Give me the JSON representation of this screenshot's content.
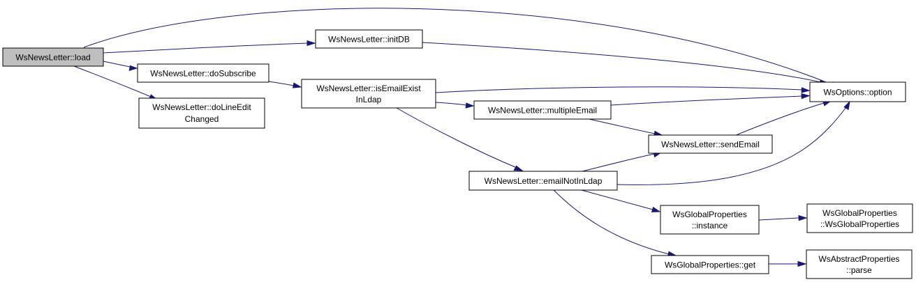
{
  "colors": {
    "edge": "#191970",
    "node_border": "#000000",
    "node_fill": "#ffffff",
    "root_fill": "#bfbfbf"
  },
  "nodes": {
    "load": {
      "lines": [
        "WsNewsLetter::load"
      ]
    },
    "initDB": {
      "lines": [
        "WsNewsLetter::initDB"
      ]
    },
    "doSubscribe": {
      "lines": [
        "WsNewsLetter::doSubscribe"
      ]
    },
    "doLineEditChanged": {
      "lines": [
        "WsNewsLetter::doLineEdit",
        "Changed"
      ]
    },
    "isEmailExistInLdap": {
      "lines": [
        "WsNewsLetter::isEmailExist",
        "InLdap"
      ]
    },
    "multipleEmail": {
      "lines": [
        "WsNewsLetter::multipleEmail"
      ]
    },
    "sendEmail": {
      "lines": [
        "WsNewsLetter::sendEmail"
      ]
    },
    "emailNotInLdap": {
      "lines": [
        "WsNewsLetter::emailNotInLdap"
      ]
    },
    "option": {
      "lines": [
        "WsOptions::option"
      ]
    },
    "instance": {
      "lines": [
        "WsGlobalProperties",
        "::instance"
      ]
    },
    "ctor": {
      "lines": [
        "WsGlobalProperties",
        "::WsGlobalProperties"
      ]
    },
    "get": {
      "lines": [
        "WsGlobalProperties::get"
      ]
    },
    "parse": {
      "lines": [
        "WsAbstractProperties",
        "::parse"
      ]
    }
  },
  "edges": [
    {
      "from": "load",
      "to": "option"
    },
    {
      "from": "load",
      "to": "initDB"
    },
    {
      "from": "load",
      "to": "doSubscribe"
    },
    {
      "from": "load",
      "to": "doLineEditChanged"
    },
    {
      "from": "initDB",
      "to": "option"
    },
    {
      "from": "doSubscribe",
      "to": "isEmailExistInLdap"
    },
    {
      "from": "isEmailExistInLdap",
      "to": "option"
    },
    {
      "from": "isEmailExistInLdap",
      "to": "multipleEmail"
    },
    {
      "from": "isEmailExistInLdap",
      "to": "emailNotInLdap"
    },
    {
      "from": "multipleEmail",
      "to": "option"
    },
    {
      "from": "multipleEmail",
      "to": "sendEmail"
    },
    {
      "from": "sendEmail",
      "to": "option"
    },
    {
      "from": "emailNotInLdap",
      "to": "sendEmail"
    },
    {
      "from": "emailNotInLdap",
      "to": "option"
    },
    {
      "from": "emailNotInLdap",
      "to": "instance"
    },
    {
      "from": "emailNotInLdap",
      "to": "get"
    },
    {
      "from": "instance",
      "to": "ctor"
    },
    {
      "from": "get",
      "to": "parse"
    }
  ]
}
